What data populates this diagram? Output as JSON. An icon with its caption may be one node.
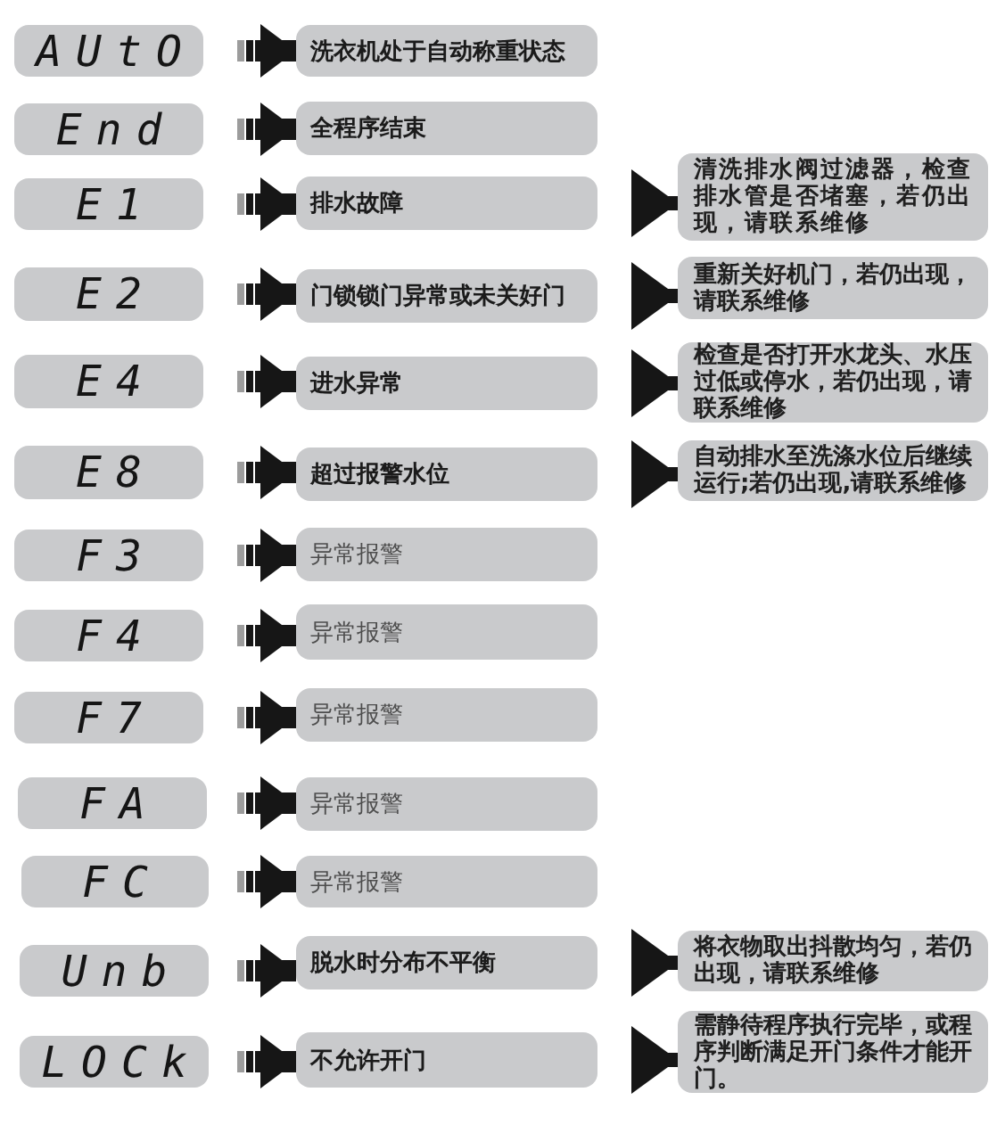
{
  "diagram": {
    "nodes": [
      {
        "text": [
          "AUtO"
        ]
      },
      {
        "text": [
          "洗衣机处于自动称重状态"
        ]
      },
      {
        "text": [
          "End"
        ]
      },
      {
        "text": [
          "全程序结束"
        ]
      },
      {
        "text": [
          "E1"
        ]
      },
      {
        "text": [
          "排水故障"
        ]
      },
      {
        "text": [
          "清洗排水阀过滤器，检查排水管是否堵塞，若仍出现，请联系维修"
        ]
      },
      {
        "text": [
          "E2"
        ]
      },
      {
        "text": [
          "门锁锁门异常或未关好门"
        ]
      },
      {
        "text": [
          "重新关好机门，若仍出现，请联系维修"
        ]
      },
      {
        "text": [
          "E4"
        ]
      },
      {
        "text": [
          "进水异常"
        ]
      },
      {
        "text": [
          "检查是否打开水龙头、水压过低或停水，若仍出现，请联系维修"
        ]
      },
      {
        "text": [
          "E8"
        ]
      },
      {
        "text": [
          "超过报警水位"
        ]
      },
      {
        "text": [
          "自动排水至洗涤水位后继续运行;若仍出现,请联系维修"
        ]
      },
      {
        "text": [
          "F3"
        ]
      },
      {
        "text": [
          "异常报警"
        ]
      },
      {
        "text": [
          "F4"
        ]
      },
      {
        "text": [
          "异常报警"
        ]
      },
      {
        "text": [
          "F7"
        ]
      },
      {
        "text": [
          "异常报警"
        ]
      },
      {
        "text": [
          "FA"
        ]
      },
      {
        "text": [
          "异常报警"
        ]
      },
      {
        "text": [
          "FC"
        ]
      },
      {
        "text": [
          "异常报警"
        ]
      },
      {
        "text": [
          "Unb"
        ]
      },
      {
        "text": [
          "脱水时分布不平衡"
        ]
      },
      {
        "text": [
          "将衣物取出抖散均匀，若仍出现，请联系维修"
        ]
      },
      {
        "text": [
          "LOCk"
        ]
      },
      {
        "text": [
          "不允许开门"
        ]
      },
      {
        "text": [
          "需静待程序执行完毕，或程序判断满足开门条件才能开门。"
        ]
      }
    ],
    "edges": [
      {
        "from": 0,
        "to": 1,
        "arrow": "to"
      },
      {
        "from": 2,
        "to": 3,
        "arrow": "to"
      },
      {
        "from": 4,
        "to": 5,
        "arrow": "to"
      },
      {
        "from": 5,
        "to": 6,
        "arrow": "to"
      },
      {
        "from": 7,
        "to": 8,
        "arrow": "to"
      },
      {
        "from": 8,
        "to": 9,
        "arrow": "to"
      },
      {
        "from": 10,
        "to": 11,
        "arrow": "to"
      },
      {
        "from": 11,
        "to": 12,
        "arrow": "to"
      },
      {
        "from": 13,
        "to": 14,
        "arrow": "to"
      },
      {
        "from": 14,
        "to": 15,
        "arrow": "to"
      },
      {
        "from": 16,
        "to": 17,
        "arrow": "to"
      },
      {
        "from": 18,
        "to": 19,
        "arrow": "to"
      },
      {
        "from": 20,
        "to": 21,
        "arrow": "to"
      },
      {
        "from": 22,
        "to": 23,
        "arrow": "to"
      },
      {
        "from": 24,
        "to": 25,
        "arrow": "to"
      },
      {
        "from": 26,
        "to": 27,
        "arrow": "to"
      },
      {
        "from": 27,
        "to": 28,
        "arrow": "to"
      },
      {
        "from": 29,
        "to": 30,
        "arrow": "to"
      },
      {
        "from": 30,
        "to": 31,
        "arrow": "to"
      }
    ]
  }
}
